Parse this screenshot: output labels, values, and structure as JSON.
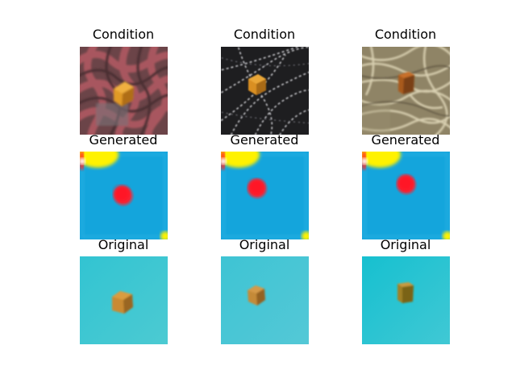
{
  "grid": {
    "rows": [
      {
        "name": "condition",
        "cells": [
          {
            "title": "Condition",
            "background": "red-woven-rope",
            "object": "orange-cube"
          },
          {
            "title": "Condition",
            "background": "black-white-line-pattern",
            "object": "orange-cube"
          },
          {
            "title": "Condition",
            "background": "straw-fibers",
            "object": "brown-cube"
          }
        ]
      },
      {
        "name": "generated",
        "cells": [
          {
            "title": "Generated",
            "background": "blue",
            "object": "red-blob"
          },
          {
            "title": "Generated",
            "background": "blue",
            "object": "red-blob"
          },
          {
            "title": "Generated",
            "background": "blue",
            "object": "red-blob"
          }
        ]
      },
      {
        "name": "original",
        "cells": [
          {
            "title": "Original",
            "background": "teal",
            "object": "orange-cube"
          },
          {
            "title": "Original",
            "background": "teal",
            "object": "orange-cube"
          },
          {
            "title": "Original",
            "background": "teal",
            "object": "olive-cube"
          }
        ]
      }
    ]
  },
  "colors": {
    "generated_blue": "#18a6dc",
    "generated_red": "#f02a3a",
    "generated_yellow": "#fff200",
    "original_teal": "#40c6d0",
    "cube_orange": "#d08a28"
  }
}
